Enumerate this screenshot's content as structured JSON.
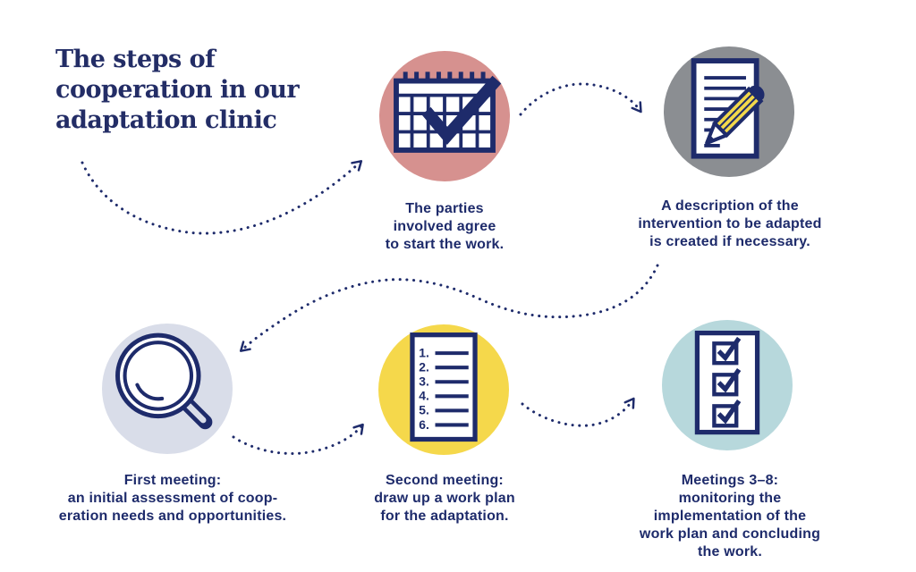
{
  "title": "The steps of\ncooperation in our\nadaptation clinic",
  "colors": {
    "title_navy": "#232d66",
    "text_navy": "#1e2b6b",
    "arrow_navy": "#1e2b6b",
    "step1_circle": "#d6918f",
    "step2_circle": "#8b8e92",
    "step3_circle": "#d9dde9",
    "step4_circle": "#f5d84b",
    "step5_circle": "#b7d8dc",
    "pencil_yellow": "#f2d84b",
    "icon_paper_white": "#ffffff"
  },
  "steps": [
    {
      "icon": "calendar-check-icon",
      "circle_color": "#d6918f",
      "caption": "The parties\ninvolved agree\nto start the work."
    },
    {
      "icon": "document-pencil-icon",
      "circle_color": "#8b8e92",
      "caption": "A description of the\nintervention to be adapted\nis created if necessary."
    },
    {
      "icon": "magnifier-icon",
      "circle_color": "#d9dde9",
      "caption": "First meeting:\nan initial assessment of coop-\neration needs and opportunities."
    },
    {
      "icon": "numbered-list-icon",
      "circle_color": "#f5d84b",
      "caption": "Second meeting:\ndraw up a work plan\nfor the adaptation."
    },
    {
      "icon": "checklist-icon",
      "circle_color": "#b7d8dc",
      "caption": "Meetings 3–8:\nmonitoring the implementation of the\nwork plan and concluding the work."
    }
  ],
  "icons": {
    "list_numbers": [
      "1.",
      "2.",
      "3.",
      "4.",
      "5.",
      "6."
    ]
  }
}
